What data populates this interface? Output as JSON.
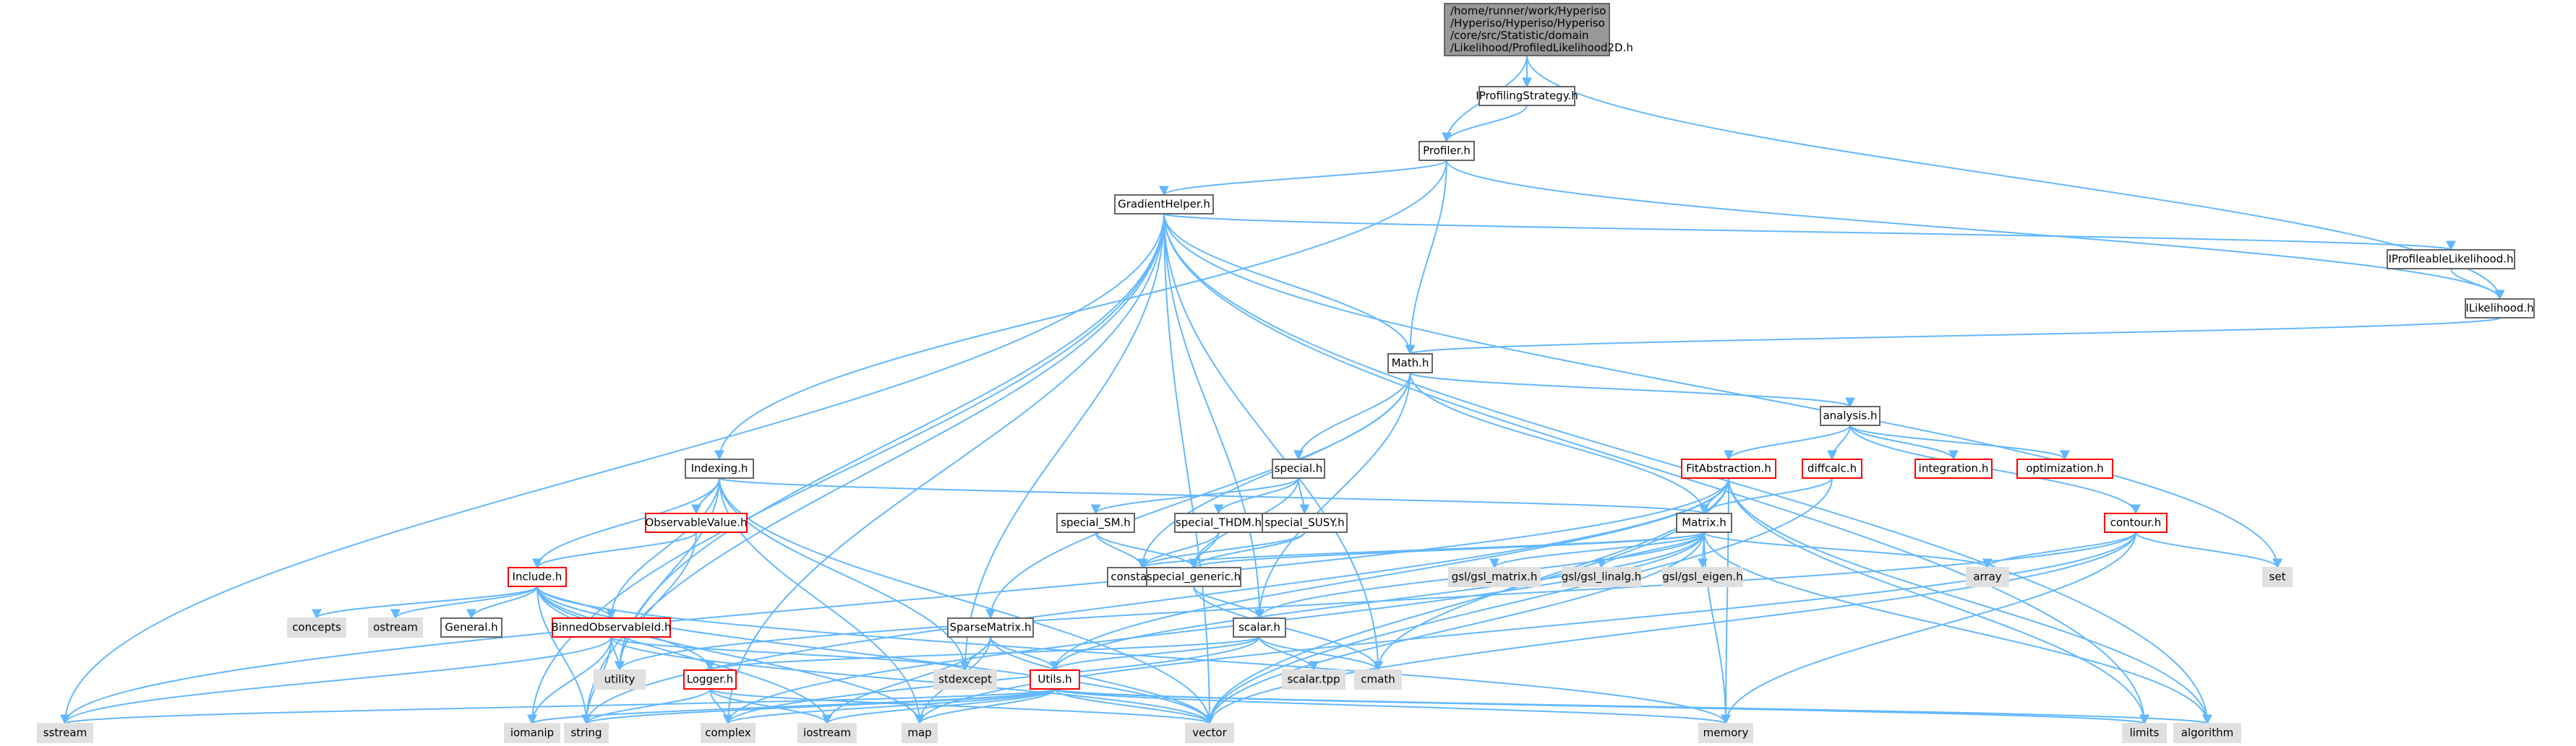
{
  "graph": {
    "nodes": [
      {
        "id": "root",
        "lines": [
          "/home/runner/work/Hyperiso",
          "/Hyperiso/Hyperiso/Hyperiso",
          "/core/src/Statistic/domain",
          "/Likelihood/ProfiledLikelihood2D.h"
        ],
        "style": "root"
      },
      {
        "id": "iprofstrat",
        "lines": [
          "IProfilingStrategy.h"
        ],
        "style": "normal"
      },
      {
        "id": "profiler",
        "lines": [
          "Profiler.h"
        ],
        "style": "normal"
      },
      {
        "id": "gradient",
        "lines": [
          "GradientHelper.h"
        ],
        "style": "normal"
      },
      {
        "id": "iproflik",
        "lines": [
          "IProfileableLikelihood.h"
        ],
        "style": "normal"
      },
      {
        "id": "ilik",
        "lines": [
          "ILikelihood.h"
        ],
        "style": "normal"
      },
      {
        "id": "math",
        "lines": [
          "Math.h"
        ],
        "style": "normal"
      },
      {
        "id": "analysis",
        "lines": [
          "analysis.h"
        ],
        "style": "normal"
      },
      {
        "id": "special",
        "lines": [
          "special.h"
        ],
        "style": "normal"
      },
      {
        "id": "indexing",
        "lines": [
          "Indexing.h"
        ],
        "style": "normal"
      },
      {
        "id": "fitabs",
        "lines": [
          "FitAbstraction.h"
        ],
        "style": "trunc"
      },
      {
        "id": "diffcalc",
        "lines": [
          "diffcalc.h"
        ],
        "style": "trunc"
      },
      {
        "id": "integration",
        "lines": [
          "integration.h"
        ],
        "style": "trunc"
      },
      {
        "id": "optimization",
        "lines": [
          "optimization.h"
        ],
        "style": "trunc"
      },
      {
        "id": "contour",
        "lines": [
          "contour.h"
        ],
        "style": "trunc"
      },
      {
        "id": "obsval",
        "lines": [
          "ObservableValue.h"
        ],
        "style": "trunc"
      },
      {
        "id": "special_sm",
        "lines": [
          "special_SM.h"
        ],
        "style": "normal"
      },
      {
        "id": "special_thdm",
        "lines": [
          "special_THDM.h"
        ],
        "style": "normal"
      },
      {
        "id": "special_susy",
        "lines": [
          "special_SUSY.h"
        ],
        "style": "normal"
      },
      {
        "id": "matrix",
        "lines": [
          "Matrix.h"
        ],
        "style": "normal"
      },
      {
        "id": "include",
        "lines": [
          "Include.h"
        ],
        "style": "trunc"
      },
      {
        "id": "constants",
        "lines": [
          "constants.h"
        ],
        "style": "normal"
      },
      {
        "id": "special_generic",
        "lines": [
          "special_generic.h"
        ],
        "style": "normal"
      },
      {
        "id": "gsl_matrix",
        "lines": [
          "gsl/gsl_matrix.h"
        ],
        "style": "system"
      },
      {
        "id": "gsl_linalg",
        "lines": [
          "gsl/gsl_linalg.h"
        ],
        "style": "system"
      },
      {
        "id": "gsl_eigen",
        "lines": [
          "gsl/gsl_eigen.h"
        ],
        "style": "system"
      },
      {
        "id": "array",
        "lines": [
          "array"
        ],
        "style": "system"
      },
      {
        "id": "set",
        "lines": [
          "set"
        ],
        "style": "system"
      },
      {
        "id": "concepts",
        "lines": [
          "concepts"
        ],
        "style": "system"
      },
      {
        "id": "ostream",
        "lines": [
          "ostream"
        ],
        "style": "system"
      },
      {
        "id": "general",
        "lines": [
          "General.h"
        ],
        "style": "normal"
      },
      {
        "id": "binned",
        "lines": [
          "BinnedObservableId.h"
        ],
        "style": "trunc"
      },
      {
        "id": "sparse",
        "lines": [
          "SparseMatrix.h"
        ],
        "style": "normal"
      },
      {
        "id": "scalar",
        "lines": [
          "scalar.h"
        ],
        "style": "normal"
      },
      {
        "id": "utility",
        "lines": [
          "utility"
        ],
        "style": "system"
      },
      {
        "id": "stdexcept",
        "lines": [
          "stdexcept"
        ],
        "style": "system"
      },
      {
        "id": "scalartpp",
        "lines": [
          "scalar.tpp"
        ],
        "style": "system"
      },
      {
        "id": "cmath",
        "lines": [
          "cmath"
        ],
        "style": "system"
      },
      {
        "id": "logger",
        "lines": [
          "Logger.h"
        ],
        "style": "trunc"
      },
      {
        "id": "utils",
        "lines": [
          "Utils.h"
        ],
        "style": "trunc"
      },
      {
        "id": "sstream",
        "lines": [
          "sstream"
        ],
        "style": "system"
      },
      {
        "id": "iomanip",
        "lines": [
          "iomanip"
        ],
        "style": "system"
      },
      {
        "id": "string",
        "lines": [
          "string"
        ],
        "style": "system"
      },
      {
        "id": "complex",
        "lines": [
          "complex"
        ],
        "style": "system"
      },
      {
        "id": "iostream",
        "lines": [
          "iostream"
        ],
        "style": "system"
      },
      {
        "id": "map",
        "lines": [
          "map"
        ],
        "style": "system"
      },
      {
        "id": "vector",
        "lines": [
          "vector"
        ],
        "style": "system"
      },
      {
        "id": "memory",
        "lines": [
          "memory"
        ],
        "style": "system"
      },
      {
        "id": "limits",
        "lines": [
          "limits"
        ],
        "style": "system"
      },
      {
        "id": "algorithm",
        "lines": [
          "algorithm"
        ],
        "style": "system"
      }
    ],
    "edges": [
      [
        "root",
        "iprofstrat"
      ],
      [
        "root",
        "profiler"
      ],
      [
        "root",
        "ilik"
      ],
      [
        "iprofstrat",
        "profiler"
      ],
      [
        "profiler",
        "gradient"
      ],
      [
        "profiler",
        "math"
      ],
      [
        "profiler",
        "ilik"
      ],
      [
        "profiler",
        "indexing"
      ],
      [
        "gradient",
        "math"
      ],
      [
        "gradient",
        "iproflik"
      ],
      [
        "gradient",
        "set"
      ],
      [
        "gradient",
        "sstream"
      ],
      [
        "gradient",
        "iomanip"
      ],
      [
        "gradient",
        "string"
      ],
      [
        "gradient",
        "complex"
      ],
      [
        "gradient",
        "utility"
      ],
      [
        "gradient",
        "stdexcept"
      ],
      [
        "gradient",
        "cmath"
      ],
      [
        "gradient",
        "vector"
      ],
      [
        "gradient",
        "limits"
      ],
      [
        "gradient",
        "algorithm"
      ],
      [
        "gradient",
        "scalar"
      ],
      [
        "iproflik",
        "ilik"
      ],
      [
        "ilik",
        "math"
      ],
      [
        "math",
        "analysis"
      ],
      [
        "math",
        "special"
      ],
      [
        "math",
        "matrix"
      ],
      [
        "math",
        "constants"
      ],
      [
        "math",
        "sparse"
      ],
      [
        "math",
        "scalar"
      ],
      [
        "analysis",
        "fitabs"
      ],
      [
        "analysis",
        "diffcalc"
      ],
      [
        "analysis",
        "integration"
      ],
      [
        "analysis",
        "optimization"
      ],
      [
        "analysis",
        "contour"
      ],
      [
        "special",
        "special_sm"
      ],
      [
        "special",
        "special_thdm"
      ],
      [
        "special",
        "special_susy"
      ],
      [
        "special",
        "special_generic"
      ],
      [
        "special_sm",
        "constants"
      ],
      [
        "special_sm",
        "special_generic"
      ],
      [
        "special_thdm",
        "constants"
      ],
      [
        "special_thdm",
        "special_generic"
      ],
      [
        "special_susy",
        "constants"
      ],
      [
        "special_susy",
        "special_generic"
      ],
      [
        "special_generic",
        "scalar"
      ],
      [
        "special_generic",
        "cmath"
      ],
      [
        "fitabs",
        "matrix"
      ],
      [
        "fitabs",
        "sstream"
      ],
      [
        "fitabs",
        "vector"
      ],
      [
        "fitabs",
        "memory"
      ],
      [
        "fitabs",
        "cmath"
      ],
      [
        "fitabs",
        "utils"
      ],
      [
        "fitabs",
        "limits"
      ],
      [
        "fitabs",
        "algorithm"
      ],
      [
        "fitabs",
        "string"
      ],
      [
        "diffcalc",
        "matrix"
      ],
      [
        "diffcalc",
        "vector"
      ],
      [
        "contour",
        "array"
      ],
      [
        "contour",
        "set"
      ],
      [
        "contour",
        "vector"
      ],
      [
        "contour",
        "memory"
      ],
      [
        "contour",
        "map"
      ],
      [
        "contour",
        "utility"
      ],
      [
        "indexing",
        "matrix"
      ],
      [
        "indexing",
        "obsval"
      ],
      [
        "indexing",
        "include"
      ],
      [
        "indexing",
        "binned"
      ],
      [
        "indexing",
        "map"
      ],
      [
        "indexing",
        "vector"
      ],
      [
        "indexing",
        "stdexcept"
      ],
      [
        "indexing",
        "utility"
      ],
      [
        "obsval",
        "include"
      ],
      [
        "obsval",
        "utility"
      ],
      [
        "matrix",
        "gsl_matrix"
      ],
      [
        "matrix",
        "gsl_linalg"
      ],
      [
        "matrix",
        "gsl_eigen"
      ],
      [
        "matrix",
        "array"
      ],
      [
        "matrix",
        "constants"
      ],
      [
        "matrix",
        "special_generic"
      ],
      [
        "matrix",
        "scalar"
      ],
      [
        "matrix",
        "vector"
      ],
      [
        "matrix",
        "memory"
      ],
      [
        "matrix",
        "algorithm"
      ],
      [
        "matrix",
        "complex"
      ],
      [
        "matrix",
        "utils"
      ],
      [
        "include",
        "concepts"
      ],
      [
        "include",
        "ostream"
      ],
      [
        "include",
        "general"
      ],
      [
        "include",
        "binned"
      ],
      [
        "include",
        "logger"
      ],
      [
        "include",
        "map"
      ],
      [
        "include",
        "vector"
      ],
      [
        "include",
        "string"
      ],
      [
        "include",
        "memory"
      ],
      [
        "include",
        "iostream"
      ],
      [
        "binned",
        "utility"
      ],
      [
        "binned",
        "sstream"
      ],
      [
        "binned",
        "iomanip"
      ],
      [
        "binned",
        "string"
      ],
      [
        "binned",
        "vector"
      ],
      [
        "binned",
        "stdexcept"
      ],
      [
        "sparse",
        "stdexcept"
      ],
      [
        "sparse",
        "vector"
      ],
      [
        "sparse",
        "map"
      ],
      [
        "sparse",
        "iostream"
      ],
      [
        "sparse",
        "utils"
      ],
      [
        "scalar",
        "scalartpp"
      ],
      [
        "scalar",
        "cmath"
      ],
      [
        "scalar",
        "complex"
      ],
      [
        "scalar",
        "logger"
      ],
      [
        "scalar",
        "utils"
      ],
      [
        "logger",
        "iostream"
      ],
      [
        "logger",
        "string"
      ],
      [
        "logger",
        "complex"
      ],
      [
        "logger",
        "vector"
      ],
      [
        "utils",
        "sstream"
      ],
      [
        "utils",
        "iomanip"
      ],
      [
        "utils",
        "string"
      ],
      [
        "utils",
        "complex"
      ],
      [
        "utils",
        "iostream"
      ],
      [
        "utils",
        "map"
      ],
      [
        "utils",
        "vector"
      ],
      [
        "utils",
        "memory"
      ],
      [
        "utils",
        "limits"
      ],
      [
        "utils",
        "algorithm"
      ]
    ],
    "colors": {
      "edge": "#63b8ff",
      "normal_border": "#666666",
      "normal_fill": "#ffffff",
      "root_border": "#666666",
      "root_fill": "#999999",
      "trunc_border": "#ff0000",
      "trunc_fill": "#ffffff",
      "system_border": "#e0e0e0",
      "system_fill": "#e0e0e0",
      "text": "#000000"
    }
  }
}
